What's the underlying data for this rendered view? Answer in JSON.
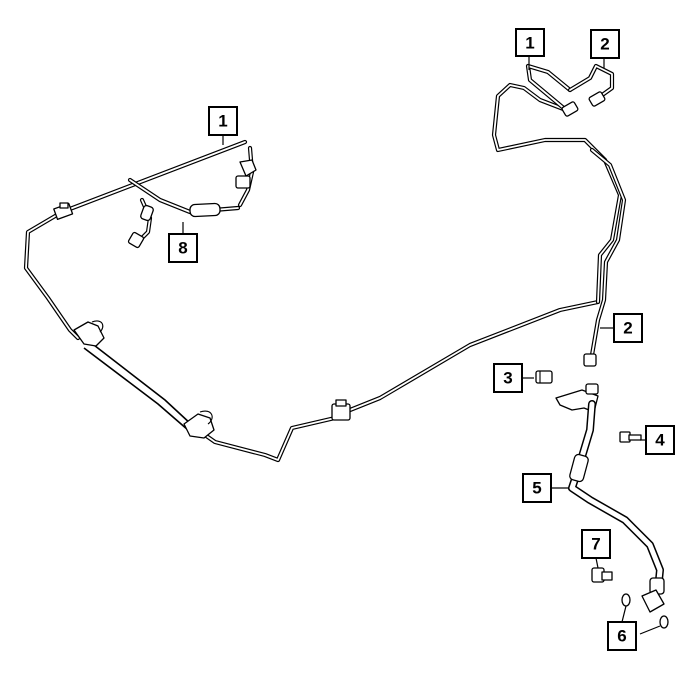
{
  "callouts": [
    {
      "id": "c1a",
      "label": "1"
    },
    {
      "id": "c1b",
      "label": "1"
    },
    {
      "id": "c2a",
      "label": "2"
    },
    {
      "id": "c2b",
      "label": "2"
    },
    {
      "id": "c3",
      "label": "3"
    },
    {
      "id": "c4",
      "label": "4"
    },
    {
      "id": "c5",
      "label": "5"
    },
    {
      "id": "c6",
      "label": "6"
    },
    {
      "id": "c7",
      "label": "7"
    },
    {
      "id": "c8",
      "label": "8"
    }
  ]
}
